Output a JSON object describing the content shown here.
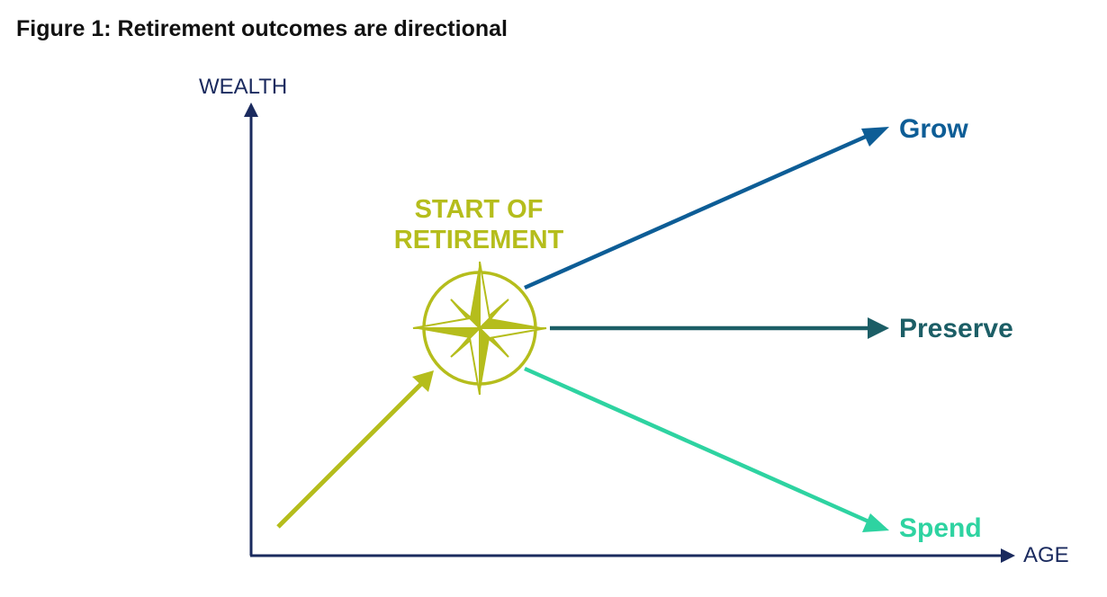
{
  "figure": {
    "title": "Figure 1: Retirement outcomes are directional"
  },
  "axes": {
    "y_label": "WEALTH",
    "x_label": "AGE",
    "color": "#1a2a5e"
  },
  "start": {
    "label_line1": "START OF",
    "label_line2": "RETIREMENT",
    "color": "#b5bd1c",
    "icon": "compass-rose-icon"
  },
  "outcomes": [
    {
      "label": "Grow",
      "color": "#0d5d96"
    },
    {
      "label": "Preserve",
      "color": "#1c5e66"
    },
    {
      "label": "Spend",
      "color": "#2ed3a1"
    }
  ]
}
